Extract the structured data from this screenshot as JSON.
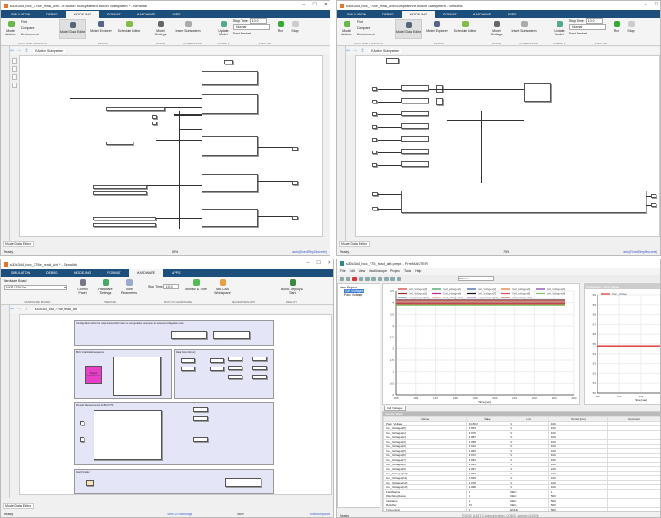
{
  "simulink_tabs": [
    "SIMULATION",
    "DEBUG",
    "MODELING",
    "FORMAT",
    "HARDWARE",
    "APPS"
  ],
  "modeling_ribbon": {
    "model_advisor": "Model Advisor",
    "find": "Find",
    "compare": "Compare",
    "environment": "Environment",
    "model_data_editor": "Model Data Editor",
    "model_explorer": "Model Explorer",
    "schedule_editor": "Schedule Editor",
    "model_settings": "Model Settings",
    "insert_subsystem": "Insert Subsystem",
    "update_model": "Update Model",
    "stop_time_label": "Stop Time",
    "stop_time": "10.0",
    "sim_mode": "Normal",
    "fast_restart": "Fast Restart",
    "run": "Run",
    "stop": "Stop",
    "groups": [
      "EVALUATE & MANAGE",
      "DESIGN",
      "SETUP",
      "COMPONENT",
      "COMPILE",
      "SIMULATE"
    ]
  },
  "win1": {
    "title": "s32k344_bcc_775e_read_abt/.../If Action Subsystem/If Action Subsystem * - Simulink",
    "crumb": "If Action Subsystem",
    "model_data_editor": "Model Data Editor",
    "status": "Ready",
    "zoom": "85%",
    "solver": "auto(FixedStepDiscrete)"
  },
  "win2": {
    "title": "s32k344_bcc_775e_read_abt/Subsystem/If Action Subsystem - Simulink",
    "crumb": "If Action Subsystem",
    "model_data_editor": "Model Data Editor",
    "status": "Ready",
    "zoom": "75%",
    "solver": "auto(FixedStepDiscrete)"
  },
  "win3": {
    "title": "s32k344_bcc_775e_read_abt * - Simulink",
    "hardware_board_label": "Hardware Board",
    "hardware_board": "NXP S32K3xx",
    "control_panel": "Control Panel",
    "hardware_settings": "Hardware Settings",
    "tune_parameters": "Tune Parameters",
    "stop_time_label": "Stop Time",
    "stop_time": "10.0",
    "monitor_tune": "Monitor & Tune",
    "matlab_workspace": "MATLAB Workspace",
    "build_deploy": "Build, Deploy & Start",
    "groups": [
      "HARDWARE BOARD",
      "PREPARE",
      "RUN ON HARDWARE",
      "REVIEW RESULTS",
      "DEPLOY"
    ],
    "crumb": "s32k344_bcc_775e_read_abt",
    "areas": {
      "config": "Configuration blocks for components which have no configuration component in external configuration tools",
      "init": "BCC Initialization sequence",
      "dsm": "Data Store Memory",
      "periodic": "Periodic Measurements for BCC775e",
      "fault": "Fault handler"
    },
    "system_init": "System Initialization",
    "model_data_editor": "Model Data Editor",
    "status": "Ready",
    "warnings": "View 23 warnings",
    "zoom": "66%",
    "solver": "FixedStepAuto"
  },
  "win4": {
    "title": "s32k344_bcc_775_read_abt.pmpx - FreeMASTER",
    "menu": [
      "File",
      "Edit",
      "View",
      "Oscilloscope",
      "Project",
      "Tools",
      "Help"
    ],
    "font_select": "Tahoma",
    "project_tree": {
      "root": "New Project",
      "items": [
        "Cell Voltages",
        "Pack Voltage"
      ]
    },
    "scope_tab": "Cell Voltages",
    "right_scope_title": "Oscilloscope - Pack Voltage",
    "variable_watch_title": "Variable Watch",
    "columns": [
      "Name",
      "Value",
      "Unit",
      "Period [ms]",
      "Comment"
    ],
    "rows": [
      [
        "Pack_Voltage",
        "54.803",
        "V",
        "100"
      ],
      [
        "Cell_Voltages[0]",
        "3.953",
        "V",
        "100"
      ],
      [
        "Cell_Voltages[1]",
        "3.975",
        "V",
        "100"
      ],
      [
        "Cell_Voltages[2]",
        "3.987",
        "V",
        "100"
      ],
      [
        "Cell_Voltages[3]",
        "4.058",
        "V",
        "100"
      ],
      [
        "Cell_Voltages[4]",
        "4.012",
        "V",
        "100"
      ],
      [
        "Cell_Voltages[5]",
        "4.083",
        "V",
        "100"
      ],
      [
        "Cell_Voltages[6]",
        "3.972",
        "V",
        "100"
      ],
      [
        "Cell_Voltages[7]",
        "3.954",
        "V",
        "100"
      ],
      [
        "Cell_Voltages[8]",
        "3.946",
        "V",
        "100"
      ],
      [
        "Cell_Voltages[9]",
        "3.997",
        "V",
        "100"
      ],
      [
        "Cell_Voltages[10]",
        "4.063",
        "V",
        "100"
      ],
      [
        "Cell_Voltages[11]",
        "4.025",
        "V",
        "100"
      ],
      [
        "Cell_Voltages[12]",
        "4.078",
        "V",
        "100"
      ],
      [
        "Cell_Voltages[13]",
        "4.098",
        "V",
        "100"
      ],
      [
        "FaultStatus",
        "0",
        "DEC",
        "1"
      ],
      [
        "WatchdogStatus",
        "0",
        "DEC",
        "500"
      ],
      [
        "InitStatus",
        "0",
        "DEC",
        "500"
      ],
      [
        "RxBuffer",
        "63",
        "DEC",
        "500"
      ],
      [
        "TxCounting",
        "0",
        "ENUM",
        "500"
      ],
      [
        "MsgNumber",
        "64",
        "DEC",
        "500"
      ],
      [
        "MsgNumber",
        "55",
        "DEC",
        "500"
      ],
      [
        "TState",
        "6",
        "ENUM",
        "500"
      ]
    ],
    "status": "Ready",
    "connection": "RS232 UART Communication; COM3 ; speed=115200"
  },
  "chart_data": [
    {
      "type": "line",
      "title": "",
      "xlabel": "Time [sec]",
      "ylabel": "",
      "xlim": [
        195,
        204
      ],
      "ylim": [
        0,
        4.5
      ],
      "grid": true,
      "legend": "top",
      "x": [
        195,
        204
      ],
      "series": [
        {
          "name": "Cell_Voltages[0]",
          "color": "#d03030",
          "values": [
            3.95,
            3.95
          ]
        },
        {
          "name": "Cell_Voltages[1]",
          "color": "#2a9a50",
          "values": [
            3.97,
            3.97
          ]
        },
        {
          "name": "Cell_Voltages[2]",
          "color": "#2c5aa0",
          "values": [
            3.99,
            3.99
          ]
        },
        {
          "name": "Cell_Voltages[3]",
          "color": "#e07030",
          "values": [
            4.06,
            4.06
          ]
        },
        {
          "name": "Cell_Voltages[4]",
          "color": "#7a3aa0",
          "values": [
            4.01,
            4.01
          ]
        },
        {
          "name": "Cell_Voltages[5]",
          "color": "#a02828",
          "values": [
            4.08,
            4.08
          ]
        },
        {
          "name": "Cell_Voltages[6]",
          "color": "#c02890",
          "values": [
            3.97,
            3.97
          ]
        },
        {
          "name": "Cell_Voltages[7]",
          "color": "#111111",
          "values": [
            3.95,
            3.95
          ]
        },
        {
          "name": "Cell_Voltages[8]",
          "color": "#e05050",
          "values": [
            3.95,
            3.95
          ]
        },
        {
          "name": "Cell_Voltages[9]",
          "color": "#80c060",
          "values": [
            3.9,
            3.9
          ]
        },
        {
          "name": "Cell_Voltages[10]",
          "color": "#6090c0",
          "values": [
            4.12,
            4.12
          ]
        },
        {
          "name": "Cell_Voltages[11]",
          "color": "#e0a060",
          "values": [
            4.03,
            4.03
          ]
        },
        {
          "name": "Cell_Voltages[12]",
          "color": "#a080c0",
          "values": [
            4.08,
            4.08
          ]
        },
        {
          "name": "Cell_Voltages[13]",
          "color": "#c06050",
          "values": [
            4.1,
            4.1
          ]
        }
      ],
      "xticks": [
        195,
        196,
        197,
        198,
        199,
        200,
        201,
        202,
        203,
        204
      ],
      "yticks": [
        0,
        0.5,
        1,
        1.5,
        2,
        2.5,
        3,
        3.5,
        4,
        4.5
      ]
    },
    {
      "type": "line",
      "title": "Oscilloscope - Pack Voltage",
      "xlabel": "Time [sec]",
      "ylabel": "",
      "xlim": [
        200,
        204
      ],
      "ylim": [
        50,
        60
      ],
      "grid": true,
      "legend": "top",
      "x": [
        200,
        204
      ],
      "series": [
        {
          "name": "Pack_Voltage",
          "color": "#e03030",
          "values": [
            54.8,
            54.8
          ]
        }
      ],
      "yticks": [
        50,
        51,
        52,
        53,
        54,
        55,
        56,
        57,
        58,
        59,
        60
      ],
      "xticks": [
        200,
        201,
        202
      ]
    }
  ]
}
